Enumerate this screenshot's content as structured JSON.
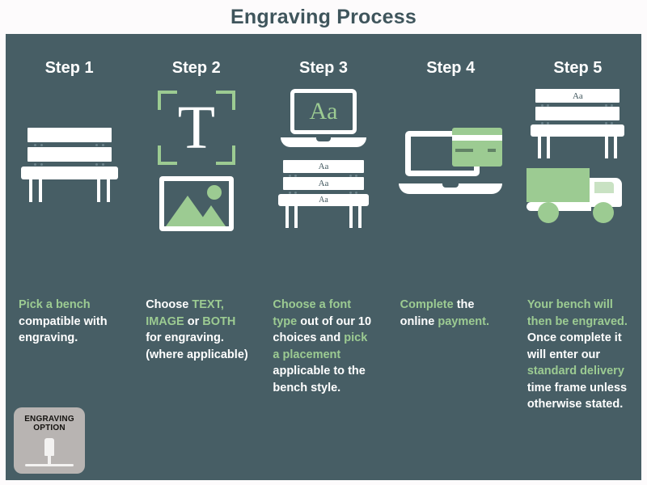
{
  "header": {
    "title": "Engraving Process"
  },
  "theme": {
    "page_background": "#fdfbfc",
    "panel_background": "#475e65",
    "title_color": "#3f555c",
    "accent_green": "#9ccb92",
    "text_white": "#ffffff",
    "badge_gray": "#b8b4b2"
  },
  "steps": [
    {
      "heading": "Step 1",
      "icons": [
        "bench-icon"
      ],
      "description": [
        {
          "text": "Pick a bench ",
          "color": "green"
        },
        {
          "text": "compatible with engraving.",
          "color": "white"
        }
      ]
    },
    {
      "heading": "Step 2",
      "icons": [
        "text-selection-icon",
        "image-icon"
      ],
      "description": [
        {
          "text": "Choose ",
          "color": "white"
        },
        {
          "text": "TEXT, IMAGE ",
          "color": "green"
        },
        {
          "text": "or ",
          "color": "white"
        },
        {
          "text": "BOTH ",
          "color": "green"
        },
        {
          "text": "for engraving. (where applicable)",
          "color": "white"
        }
      ]
    },
    {
      "heading": "Step 3",
      "icons": [
        "laptop-font-icon",
        "bench-placement-icon"
      ],
      "description": [
        {
          "text": "Choose a font type ",
          "color": "green"
        },
        {
          "text": "out of our 10 choices and ",
          "color": "white"
        },
        {
          "text": "pick a placement ",
          "color": "green"
        },
        {
          "text": "applicable to the bench style.",
          "color": "white"
        }
      ]
    },
    {
      "heading": "Step 4",
      "icons": [
        "laptop-payment-icon"
      ],
      "description": [
        {
          "text": "Complete ",
          "color": "green"
        },
        {
          "text": "the online ",
          "color": "white"
        },
        {
          "text": "payment.",
          "color": "green"
        }
      ]
    },
    {
      "heading": "Step 5",
      "icons": [
        "engraved-bench-icon",
        "delivery-truck-icon"
      ],
      "description": [
        {
          "text": "Your bench will then be engraved. ",
          "color": "green"
        },
        {
          "text": "Once complete it will enter our ",
          "color": "white"
        },
        {
          "text": "standard delivery ",
          "color": "green"
        },
        {
          "text": "time frame unless otherwise stated.",
          "color": "white"
        }
      ]
    }
  ],
  "icon_labels": {
    "font_sample": "Aa",
    "letter_t": "T",
    "bench_slat_top": "Aa",
    "bench_slat_mid": "Aa",
    "bench_slat_seat": "Aa",
    "engraved_bench_top": "Aa"
  },
  "badge": {
    "line1": "ENGRAVING",
    "line2": "OPTION",
    "icon": "engraving-tool-icon"
  }
}
